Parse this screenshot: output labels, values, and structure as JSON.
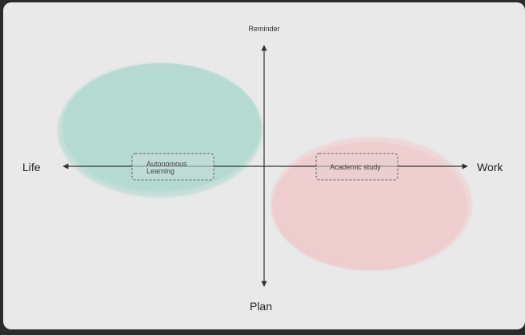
{
  "axes": {
    "top": "Reminder",
    "bottom": "Plan",
    "left": "Life",
    "right": "Work"
  },
  "regions": {
    "left": {
      "label_line1": "Autonomous",
      "label_line2": "Learning",
      "color": "#a9d6cc"
    },
    "right": {
      "label": "Academic study",
      "color": "#f0c9cb"
    }
  },
  "colors": {
    "background": "#e9e9e9",
    "axis": "#333333",
    "box_border": "#666666"
  }
}
